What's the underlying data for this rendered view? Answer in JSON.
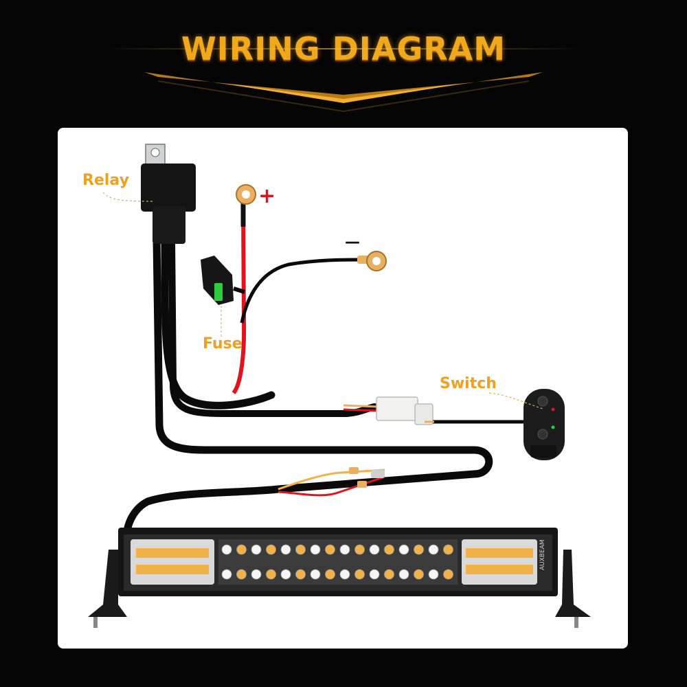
{
  "title": "WIRING DIAGRAM",
  "labels": {
    "relay": "Relay",
    "fuse": "Fuse",
    "switch": "Switch",
    "positive": "+",
    "negative": "—"
  },
  "brand": "AUXBEAM",
  "colors": {
    "accent": "#f0a81c",
    "background": "#050505",
    "panel": "#ffffff",
    "wire_black": "#0a0a0a",
    "wire_red": "#e0141e",
    "positive_sign": "#e0141e",
    "terminal": "#e8b060",
    "fuse_green": "#2ecc40",
    "led_warm": "#f2b24a"
  }
}
